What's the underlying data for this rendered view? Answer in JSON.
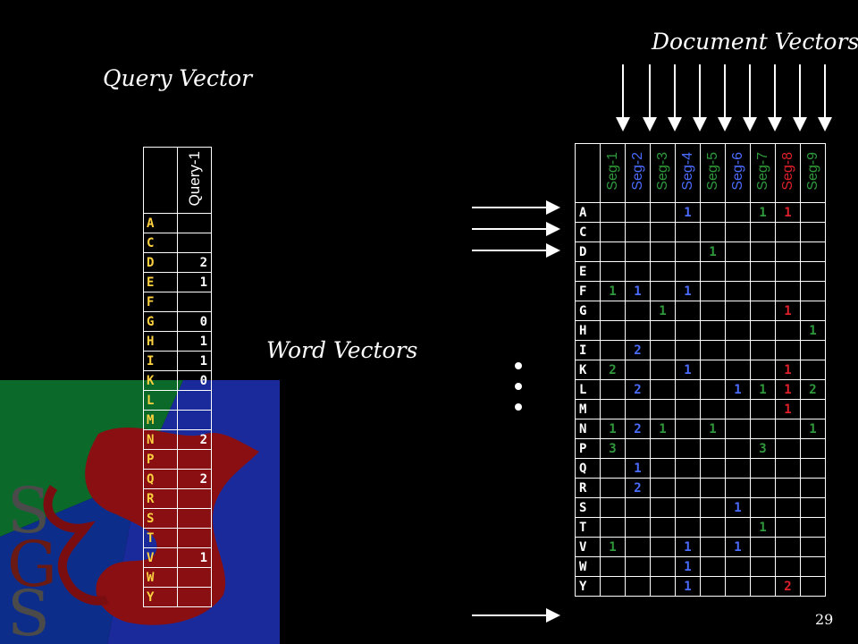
{
  "titles": {
    "query": "Query Vector",
    "word": "Word Vectors",
    "document": "Document Vectors"
  },
  "colors": {
    "green": "#2e9a3c",
    "blue": "#4a6cff",
    "red": "#e0202a",
    "label_yellow": "#ffd23f"
  },
  "query": {
    "header": "Query-1",
    "rows": [
      {
        "label": "A",
        "value": ""
      },
      {
        "label": "C",
        "value": ""
      },
      {
        "label": "D",
        "value": "2"
      },
      {
        "label": "E",
        "value": "1"
      },
      {
        "label": "F",
        "value": ""
      },
      {
        "label": "G",
        "value": "0"
      },
      {
        "label": "H",
        "value": "1"
      },
      {
        "label": "I",
        "value": "1"
      },
      {
        "label": "K",
        "value": "0"
      },
      {
        "label": "L",
        "value": ""
      },
      {
        "label": "M",
        "value": ""
      },
      {
        "label": "N",
        "value": "2"
      },
      {
        "label": "P",
        "value": ""
      },
      {
        "label": "Q",
        "value": "2"
      },
      {
        "label": "R",
        "value": ""
      },
      {
        "label": "S",
        "value": ""
      },
      {
        "label": "T",
        "value": ""
      },
      {
        "label": "V",
        "value": "1"
      },
      {
        "label": "W",
        "value": ""
      },
      {
        "label": "Y",
        "value": ""
      }
    ]
  },
  "document": {
    "headers": [
      {
        "label": "Seg-1",
        "color": "green"
      },
      {
        "label": "Seg-2",
        "color": "blue"
      },
      {
        "label": "Seg-3",
        "color": "green"
      },
      {
        "label": "Seg-4",
        "color": "blue"
      },
      {
        "label": "Seg-5",
        "color": "green"
      },
      {
        "label": "Seg-6",
        "color": "blue"
      },
      {
        "label": "Seg-7",
        "color": "green"
      },
      {
        "label": "Seg-8",
        "color": "red"
      },
      {
        "label": "Seg-9",
        "color": "green"
      }
    ],
    "rows": [
      {
        "label": "A",
        "values": [
          "",
          "",
          "",
          "1",
          "",
          "",
          "1",
          "1",
          ""
        ]
      },
      {
        "label": "C",
        "values": [
          "",
          "",
          "",
          "",
          "",
          "",
          "",
          "",
          ""
        ]
      },
      {
        "label": "D",
        "values": [
          "",
          "",
          "",
          "",
          "1",
          "",
          "",
          "",
          ""
        ]
      },
      {
        "label": "E",
        "values": [
          "",
          "",
          "",
          "",
          "",
          "",
          "",
          "",
          ""
        ]
      },
      {
        "label": "F",
        "values": [
          "1",
          "1",
          "",
          "1",
          "",
          "",
          "",
          "",
          ""
        ]
      },
      {
        "label": "G",
        "values": [
          "",
          "",
          "1",
          "",
          "",
          "",
          "",
          "1",
          ""
        ]
      },
      {
        "label": "H",
        "values": [
          "",
          "",
          "",
          "",
          "",
          "",
          "",
          "",
          "1"
        ]
      },
      {
        "label": "I",
        "values": [
          "",
          "2",
          "",
          "",
          "",
          "",
          "",
          "",
          ""
        ]
      },
      {
        "label": "K",
        "values": [
          "2",
          "",
          "",
          "1",
          "",
          "",
          "",
          "1",
          ""
        ]
      },
      {
        "label": "L",
        "values": [
          "",
          "2",
          "",
          "",
          "",
          "1",
          "1",
          "1",
          "2"
        ]
      },
      {
        "label": "M",
        "values": [
          "",
          "",
          "",
          "",
          "",
          "",
          "",
          "1",
          ""
        ]
      },
      {
        "label": "N",
        "values": [
          "1",
          "2",
          "1",
          "",
          "1",
          "",
          "",
          "",
          "1"
        ]
      },
      {
        "label": "P",
        "values": [
          "3",
          "",
          "",
          "",
          "",
          "",
          "3",
          "",
          ""
        ]
      },
      {
        "label": "Q",
        "values": [
          "",
          "1",
          "",
          "",
          "",
          "",
          "",
          "",
          ""
        ]
      },
      {
        "label": "R",
        "values": [
          "",
          "2",
          "",
          "",
          "",
          "",
          "",
          "",
          ""
        ]
      },
      {
        "label": "S",
        "values": [
          "",
          "",
          "",
          "",
          "",
          "1",
          "",
          "",
          ""
        ]
      },
      {
        "label": "T",
        "values": [
          "",
          "",
          "",
          "",
          "",
          "",
          "1",
          "",
          ""
        ]
      },
      {
        "label": "V",
        "values": [
          "1",
          "",
          "",
          "1",
          "",
          "1",
          "",
          "",
          ""
        ]
      },
      {
        "label": "W",
        "values": [
          "",
          "",
          "",
          "1",
          "",
          "",
          "",
          "",
          ""
        ]
      },
      {
        "label": "Y",
        "values": [
          "",
          "",
          "",
          "1",
          "",
          "",
          "",
          "2",
          ""
        ]
      }
    ]
  },
  "page_number": "29"
}
